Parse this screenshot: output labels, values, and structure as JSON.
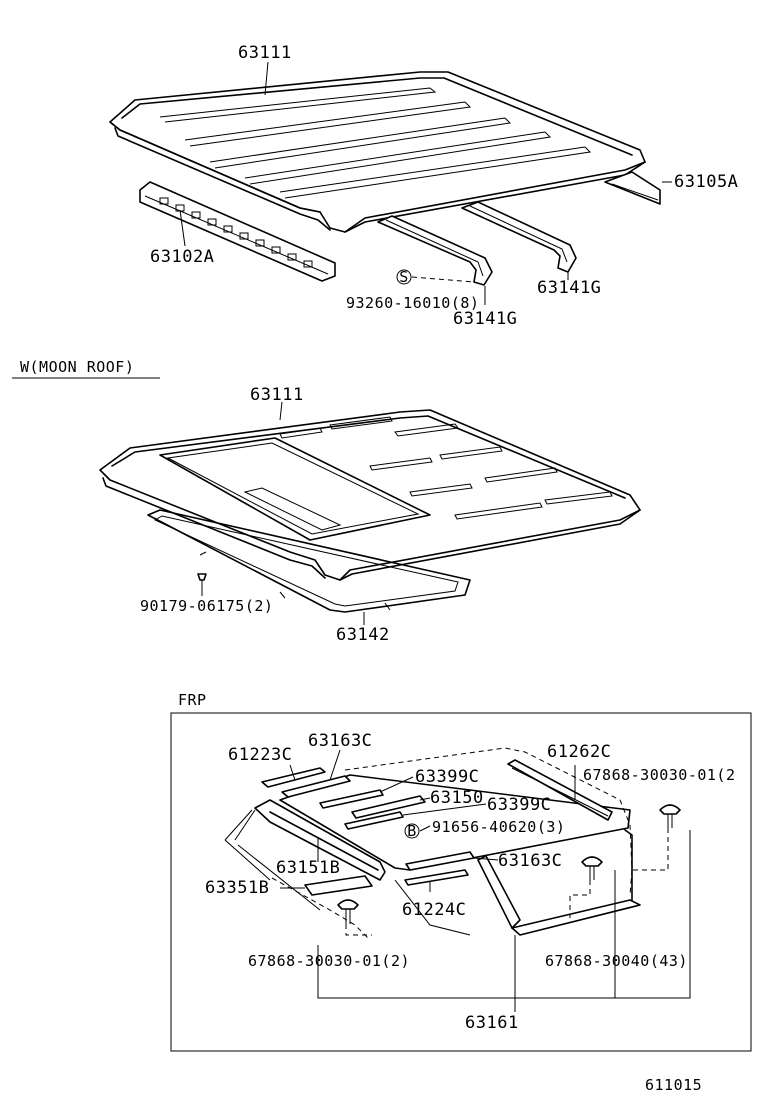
{
  "section_top": {
    "roof_panel": "63111",
    "side_rail_right": "63105A",
    "front_header": "63102A",
    "bow_rear": "63141G",
    "bow_front": "63141G",
    "bolt": "93260-16010(8)",
    "bolt_marker": "S"
  },
  "section_moon_roof": {
    "heading": "W(MOON  ROOF)",
    "roof_panel": "63111",
    "clip": "90179-06175(2)",
    "frame": "63142"
  },
  "section_frp": {
    "heading": "FRP",
    "part_61223C": "61223C",
    "part_63163C_top": "63163C",
    "part_63399C_a": "63399C",
    "part_63150": "63150",
    "part_63399C_b": "63399C",
    "part_61262C": "61262C",
    "clip_right_top": "67868-30030-01(2",
    "bolt_marker": "B",
    "bolt": "91656-40620(3)",
    "part_63151B": "63151B",
    "part_63163C_mid": "63163C",
    "part_63351B": "63351B",
    "part_61224C": "61224C",
    "clip_left": "67868-30030-01(2)",
    "clip_right": "67868-30040(43)",
    "assembly": "63161"
  },
  "footer_code": "611015"
}
